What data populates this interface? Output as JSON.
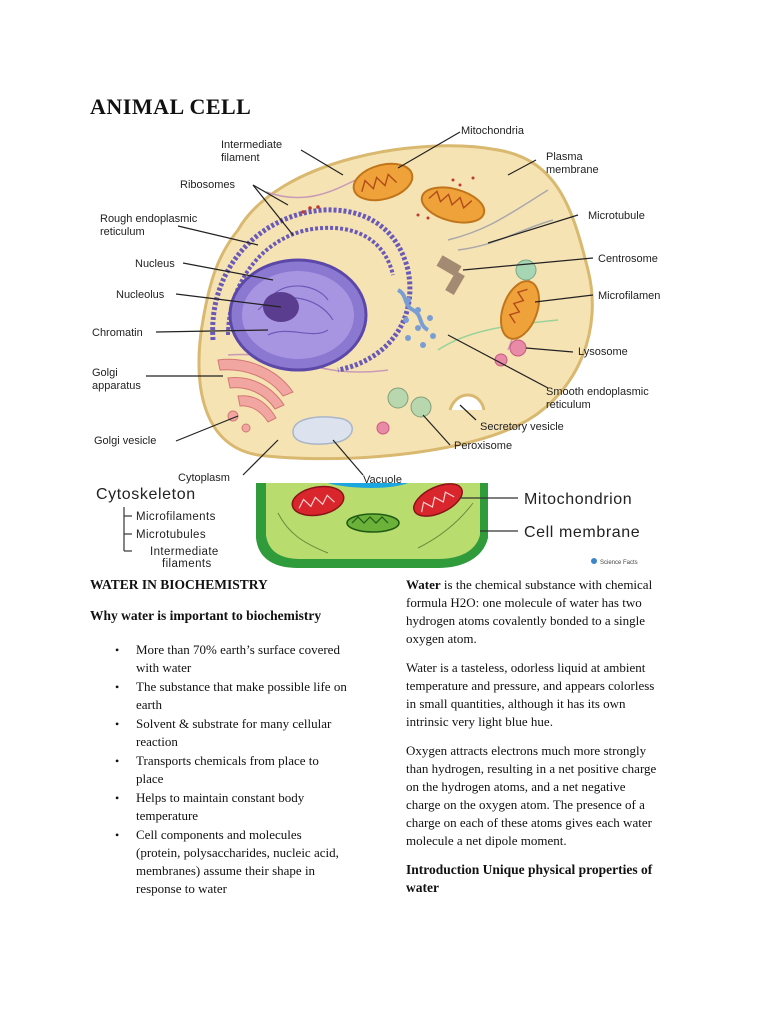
{
  "title": "ANIMAL CELL",
  "cell_diagram": {
    "labels": {
      "intermediate_filament": [
        "Intermediate",
        "filament"
      ],
      "ribosomes": "Ribosomes",
      "rough_er": [
        "Rough endoplasmic",
        "reticulum"
      ],
      "nucleus": "Nucleus",
      "nucleolus": "Nucleolus",
      "chromatin": "Chromatin",
      "golgi_apparatus": [
        "Golgi",
        "apparatus"
      ],
      "golgi_vesicle": "Golgi vesicle",
      "cytoplasm": "Cytoplasm",
      "vacuole": "Vacuole",
      "mitochondria": "Mitochondria",
      "plasma_membrane": [
        "Plasma",
        "membrane"
      ],
      "microtubule": "Microtubule",
      "centrosome": "Centrosome",
      "microfilament": "Microfilamen",
      "lysosome": "Lysosome",
      "smooth_er": [
        "Smooth endoplasmic",
        "reticulum"
      ],
      "secretory_vesicle": "Secretory vesicle",
      "peroxisome": "Peroxisome"
    }
  },
  "cytoskeleton_diagram": {
    "title": "Cytoskeleton",
    "items": [
      "Microfilaments",
      "Microtubules",
      "Intermediate",
      "filaments"
    ],
    "right_labels": [
      "Mitochondrion",
      "Cell membrane"
    ],
    "logo_text": "Science Facts"
  },
  "left_column": {
    "heading": "WATER IN BIOCHEMISTRY",
    "subheading": "Why water is important to biochemistry",
    "bullet_symbol": "•",
    "bullets": [
      [
        "More than 70% earth’s surface covered",
        "with water"
      ],
      [
        "The substance that make possible life on",
        "earth"
      ],
      [
        "Solvent & substrate for many cellular",
        "reaction"
      ],
      [
        "Transports chemicals from place to",
        "place"
      ],
      [
        "Helps to maintain constant body",
        "temperature"
      ],
      [
        "Cell components and molecules",
        "(protein, polysaccharides, nucleic acid,",
        "membranes) assume their shape in",
        "response to water"
      ]
    ]
  },
  "right_column": {
    "p1_bold": "Water",
    "p1_rest": [
      " is the chemical substance with chemical",
      "formula H2O: one molecule of water has two",
      "hydrogen atoms covalently bonded to a single",
      "oxygen atom."
    ],
    "p2": [
      "Water is a tasteless, odorless liquid at ambient",
      "temperature and pressure, and appears colorless",
      "in small quantities, although it has its own",
      "intrinsic very light blue hue."
    ],
    "p3": [
      "Oxygen attracts electrons much more strongly",
      "than hydrogen, resulting in a net positive charge",
      "on the hydrogen atoms, and a net negative",
      "charge on the oxygen atom. The presence of a",
      "charge on each of these atoms gives each water",
      "molecule a net dipole moment."
    ],
    "heading": [
      "Introduction Unique physical properties of",
      "water"
    ]
  }
}
